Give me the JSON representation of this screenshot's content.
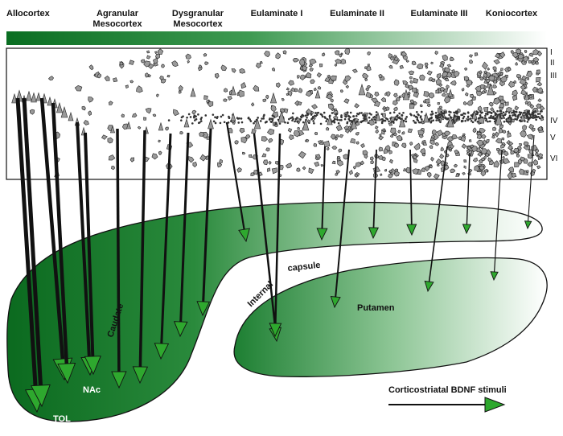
{
  "headers": [
    {
      "lines": [
        "Allocortex"
      ]
    },
    {
      "lines": [
        "Agranular",
        "Mesocortex"
      ]
    },
    {
      "lines": [
        "Dysgranular",
        "Mesocortex"
      ]
    },
    {
      "lines": [
        "Eulaminate I"
      ]
    },
    {
      "lines": [
        "Eulaminate II"
      ]
    },
    {
      "lines": [
        "Eulaminate III"
      ]
    },
    {
      "lines": [
        "Koniocortex"
      ]
    }
  ],
  "layers": [
    "I",
    "II",
    "III",
    "IV",
    "V",
    "VI"
  ],
  "labels": {
    "caudate": "Caudate",
    "internal": "Internal",
    "capsule": "capsule",
    "putamen": "Putamen",
    "nac": "NAc",
    "tol": "TOL"
  },
  "legend": {
    "text": "Corticostriatal BDNF stimuli"
  },
  "colors": {
    "dark_green": "#006a1c",
    "mid_green": "#1a8a30",
    "light_green": "#e8f4e8",
    "arrow_head": "#2ea82e",
    "cell_fill": "#9a9a9a"
  }
}
